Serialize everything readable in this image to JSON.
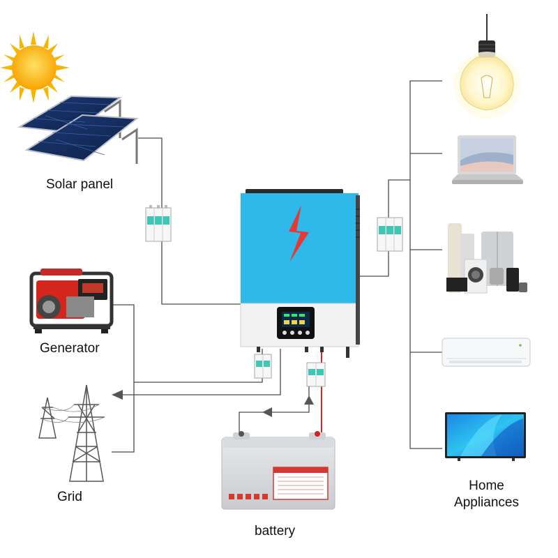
{
  "labels": {
    "solar_panel": "Solar panel",
    "generator": "Generator",
    "grid": "Grid",
    "battery": "battery",
    "home_line1": "Home",
    "home_line2": "Appliances"
  },
  "inverter": {
    "accent_color": "#2fb8ea",
    "logo_color": "#e53935"
  },
  "icons": [
    "sun-icon",
    "solar-panel-icon",
    "generator-icon",
    "grid-tower-icon",
    "battery-icon",
    "light-bulb-icon",
    "laptop-icon",
    "kitchen-appliances-icon",
    "air-conditioner-icon",
    "tv-icon",
    "circuit-breaker-icon"
  ]
}
